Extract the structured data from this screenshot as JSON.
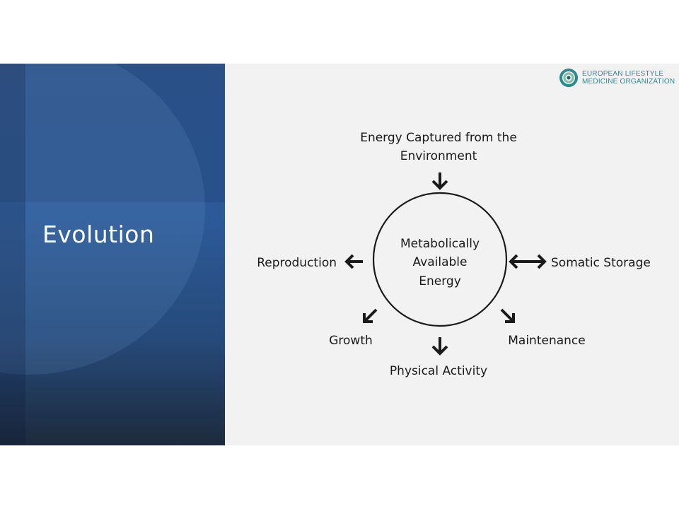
{
  "slide": {
    "title": "Evolution"
  },
  "logo": {
    "line1": "EUROPEAN LIFESTYLE",
    "line2": "MEDICINE ORGANIZATION",
    "brand_color": "#2e8a8e"
  },
  "diagram": {
    "center_line1": "Metabolically",
    "center_line2": "Available",
    "center_line3": "Energy",
    "top_line1": "Energy Captured from the",
    "top_line2": "Environment",
    "left_label": "Reproduction",
    "right_label": "Somatic Storage",
    "bottom_left_label": "Growth",
    "bottom_label": "Physical Activity",
    "bottom_right_label": "Maintenance"
  },
  "colors": {
    "left_panel": "#2c5a98",
    "right_panel": "#f2f2f2",
    "title_text": "#ffffff",
    "diagram_ink": "#1a1a1a"
  }
}
